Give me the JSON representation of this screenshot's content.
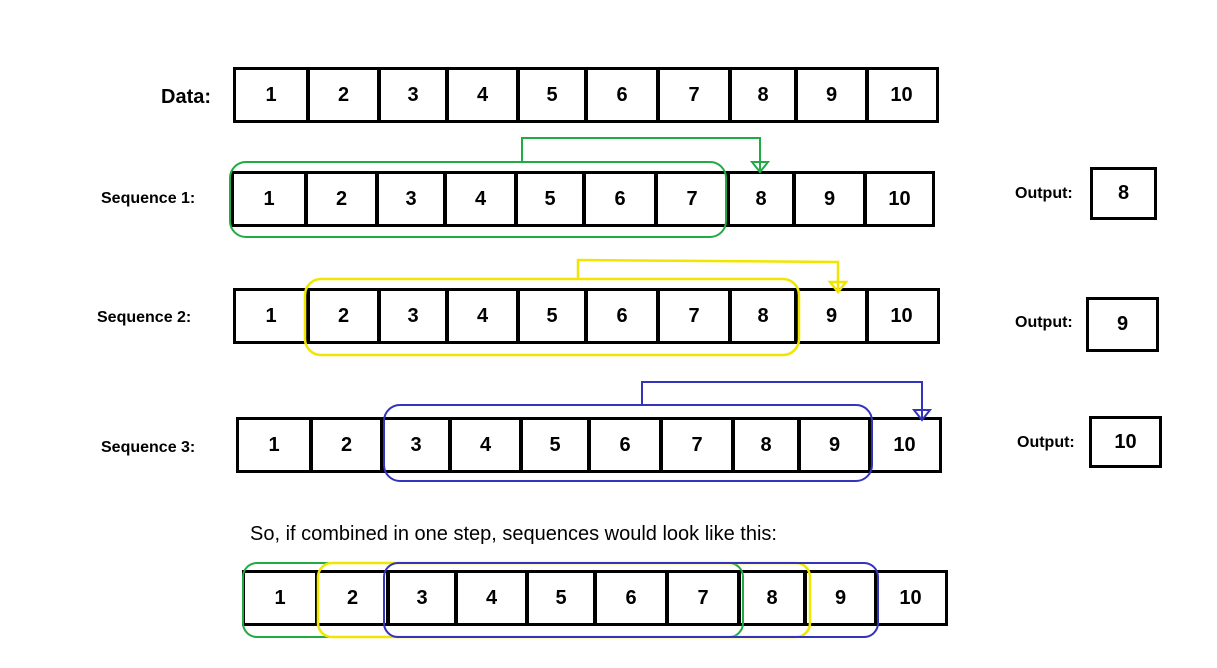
{
  "data_row": {
    "label": "Data:",
    "values": [
      "1",
      "2",
      "3",
      "4",
      "5",
      "6",
      "7",
      "8",
      "9",
      "10"
    ]
  },
  "sequences": [
    {
      "label": "Sequence 1:",
      "values": [
        "1",
        "2",
        "3",
        "4",
        "5",
        "6",
        "7",
        "8",
        "9",
        "10"
      ],
      "window_color": "#22aa44",
      "output_label": "Output:",
      "output_value": "8"
    },
    {
      "label": "Sequence 2:",
      "values": [
        "1",
        "2",
        "3",
        "4",
        "5",
        "6",
        "7",
        "8",
        "9",
        "10"
      ],
      "window_color": "#f0e600",
      "output_label": "Output:",
      "output_value": "9"
    },
    {
      "label": "Sequence 3:",
      "values": [
        "1",
        "2",
        "3",
        "4",
        "5",
        "6",
        "7",
        "8",
        "9",
        "10"
      ],
      "window_color": "#3333bb",
      "output_label": "Output:",
      "output_value": "10"
    }
  ],
  "combined": {
    "caption": "So, if combined in one step, sequences would look like this:",
    "values": [
      "1",
      "2",
      "3",
      "4",
      "5",
      "6",
      "7",
      "8",
      "9",
      "10"
    ]
  }
}
